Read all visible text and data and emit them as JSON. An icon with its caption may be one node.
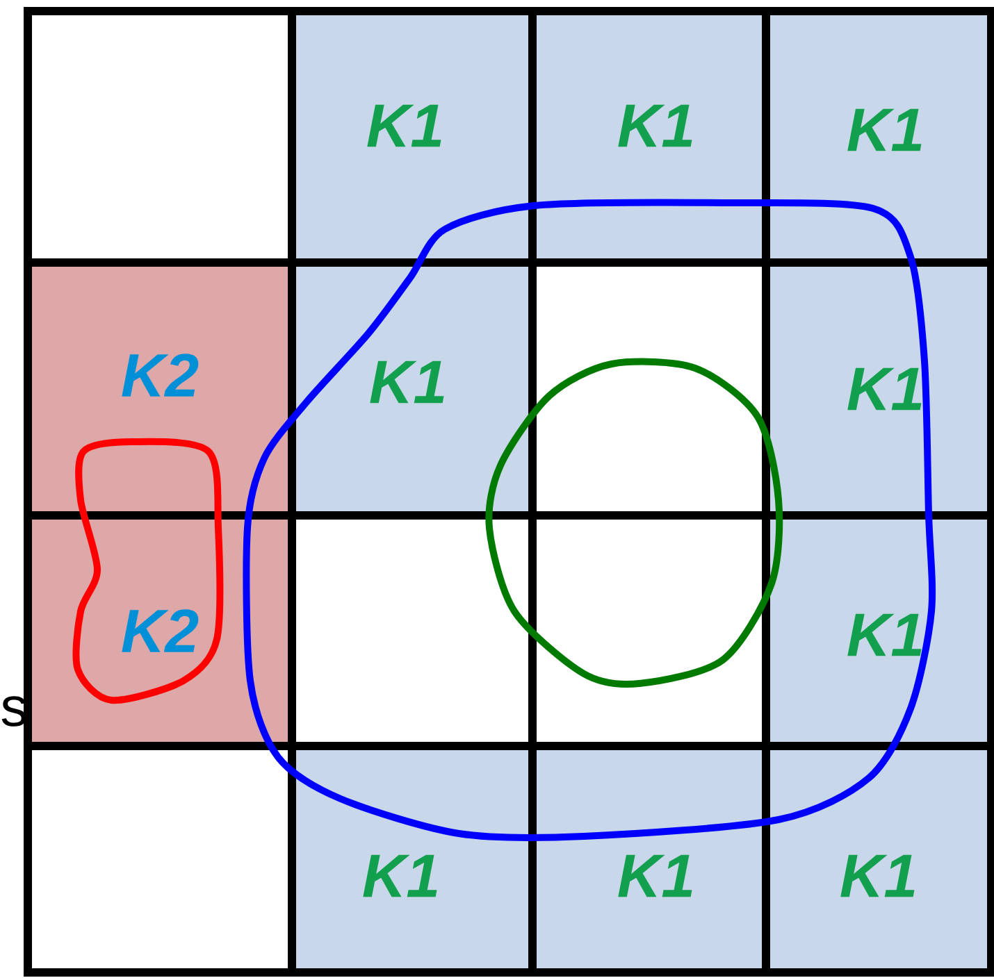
{
  "diagram": {
    "labels": [
      "K1",
      "K1",
      "K1",
      "K2",
      "K1",
      "K1",
      "K2",
      "K1",
      "K1",
      "K1",
      "K1",
      "s"
    ]
  }
}
